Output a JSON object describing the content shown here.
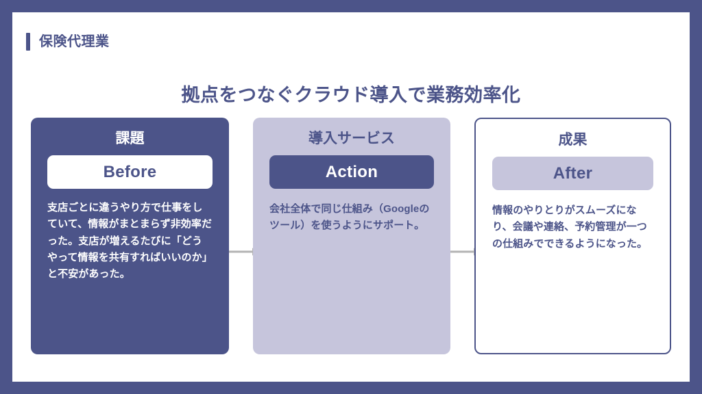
{
  "slide": {
    "frame_color": "#4c5489",
    "background": "#ffffff",
    "eyebrow": "保険代理業",
    "headline": "拠点をつなぐクラウド導入で業務効率化"
  },
  "palette": {
    "navy": "#4c5489",
    "lavender": "#c6c5dc",
    "white": "#ffffff"
  },
  "cards": [
    {
      "id": "problem",
      "title": "課題",
      "badge": "Before",
      "body": "支店ごとに違うやり方で仕事をしていて、情報がまとまらず非効率だった。支店が増えるたびに「どうやって情報を共有すればいいのか」と不安があった。",
      "background": "#4c5489",
      "badge_background": "#ffffff",
      "text_color": "#ffffff"
    },
    {
      "id": "service",
      "title": "導入サービス",
      "badge": "Action",
      "body": "会社全体で同じ仕組み（Googleのツール）を使うようにサポート。",
      "background": "#c6c5dc",
      "badge_background": "#4c5489",
      "text_color": "#4c5489"
    },
    {
      "id": "result",
      "title": "成果",
      "badge": "After",
      "body": "情報のやりとりがスムーズになり、会議や連絡、予約管理が一つの仕組みでできるようになった。",
      "background": "#ffffff",
      "badge_background": "#c6c5dc",
      "text_color": "#4c5489"
    }
  ],
  "arrows": [
    {
      "id": "arrow-problem-to-service",
      "color": "#b3b3b3"
    },
    {
      "id": "arrow-service-to-result",
      "color": "#b3b3b3"
    }
  ]
}
